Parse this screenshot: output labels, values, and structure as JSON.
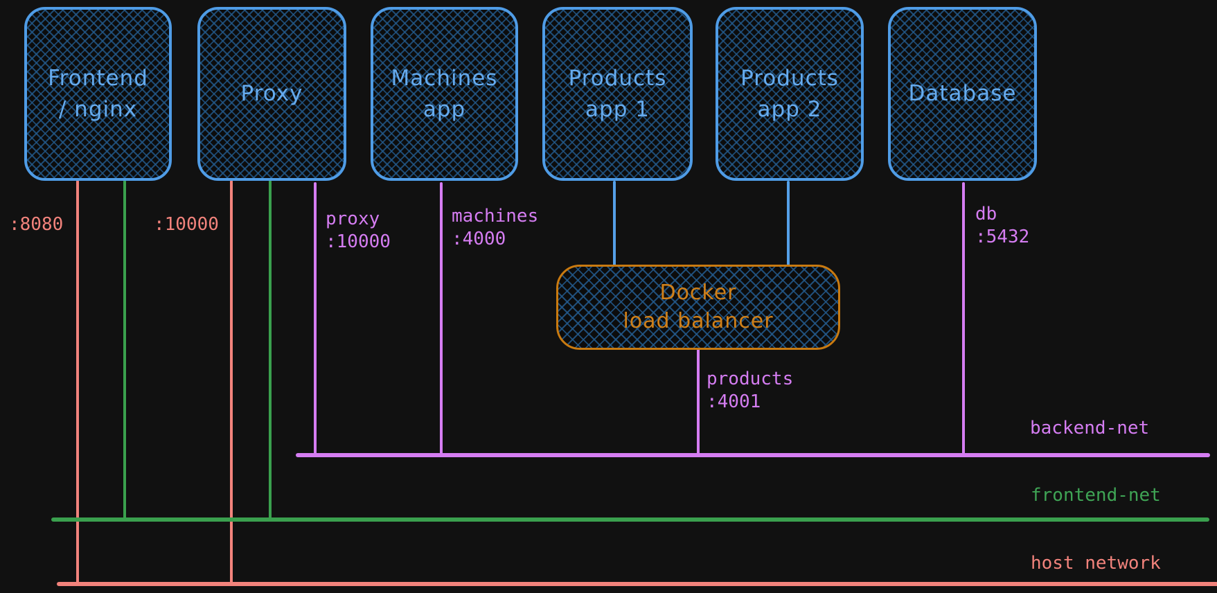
{
  "diagram": {
    "nodes": [
      {
        "id": "frontend",
        "label": "Frontend\n/ nginx"
      },
      {
        "id": "proxy",
        "label": "Proxy"
      },
      {
        "id": "machines",
        "label": "Machines\napp"
      },
      {
        "id": "products-1",
        "label": "Products\napp 1"
      },
      {
        "id": "products-2",
        "label": "Products\napp 2"
      },
      {
        "id": "database",
        "label": "Database"
      }
    ],
    "load_balancer": {
      "label": "Docker\nload balancer"
    },
    "ports": {
      "frontend_host": ":8080",
      "proxy_host": ":10000",
      "proxy_backend": "proxy\n:10000",
      "machines_backend": "machines\n:4000",
      "products_backend": "products\n:4001",
      "db_backend": "db\n:5432"
    },
    "networks": {
      "backend": {
        "label": "backend-net",
        "color": "#d57df2"
      },
      "frontend": {
        "label": "frontend-net",
        "color": "#3aa04e"
      },
      "host": {
        "label": "host network",
        "color": "#f2837c"
      }
    },
    "colors": {
      "background": "#111111",
      "node_border": "#4f9ce6",
      "node_text": "#66abee",
      "hatch_blue": "#235a8c",
      "load_balancer_orange": "#c97a10",
      "connector_blue": "#55a0e8"
    }
  }
}
